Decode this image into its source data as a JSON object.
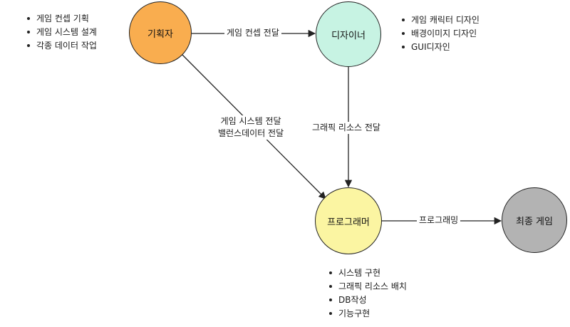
{
  "nodes": {
    "planner": "기획자",
    "designer": "디자이너",
    "programmer": "프로그래머",
    "final": "최종 게임"
  },
  "edges": {
    "planner_to_designer": "게임 컨셉 전달",
    "planner_to_programmer": [
      "게임 시스템 전달",
      "밸런스데이터 전달"
    ],
    "designer_to_programmer": "그래픽 리소스 전달",
    "programmer_to_final": "프로그래밍"
  },
  "notes": {
    "planner": [
      "게임 컨셉 기획",
      "게임 시스템 설계",
      "각종 데이터 작업"
    ],
    "designer": [
      "게임 캐릭터 디자인",
      "배경이미지 디자인",
      "GUI디자인"
    ],
    "programmer": [
      "시스템 구현",
      "그래픽 리소스 배치",
      "DB작성",
      "기능구현"
    ]
  },
  "colors": {
    "planner": "#f9ad4f",
    "designer": "#c7f3e3",
    "programmer": "#fbf5a2",
    "final": "#b3b3b3",
    "line": "#222222"
  }
}
